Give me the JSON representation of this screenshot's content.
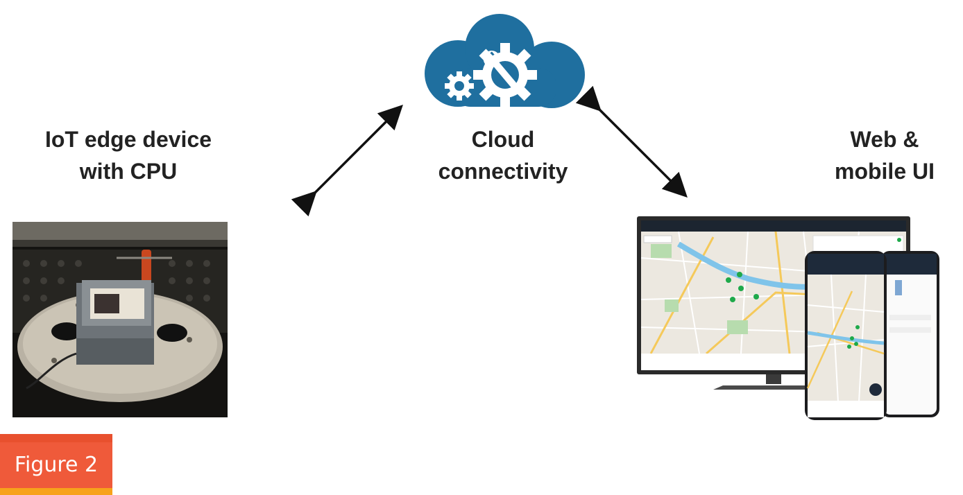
{
  "nodes": {
    "edge_device": {
      "line1": "IoT edge device",
      "line2": "with CPU"
    },
    "cloud": {
      "line1": "Cloud",
      "line2": "connectivity"
    },
    "ui": {
      "line1": "Web &",
      "line2": "mobile UI"
    }
  },
  "figure_tag": "Figure 2",
  "colors": {
    "cloud_blue": "#1f6f9f",
    "tag_orange": "#ef5a3a",
    "tag_yellow": "#f7a21b",
    "map_green": "#1ea94a"
  }
}
